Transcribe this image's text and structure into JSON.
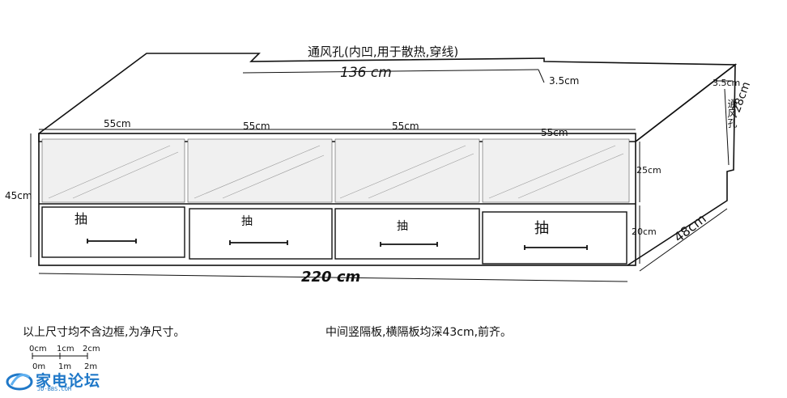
{
  "top": {
    "vent_label": "通风孔(内凹,用于散热,穿线)",
    "vent_width": "136 cm",
    "vent_depth": "3.5cm"
  },
  "side": {
    "vent_depth": "3.5cm",
    "vent_label": "通风孔",
    "vent_height": "28cm",
    "depth": "48cm"
  },
  "front": {
    "bay_widths": [
      "55cm",
      "55cm",
      "55cm",
      "55cm"
    ],
    "drawer_labels": [
      "抽",
      "抽",
      "抽",
      "抽"
    ],
    "total_height": "45cm",
    "shelf_height": "25cm",
    "drawer_height": "20cm",
    "total_width": "220 cm"
  },
  "notes": {
    "net_size": "以上尺寸均不含边框,为净尺寸。",
    "partition": "中间竖隔板,横隔板均深43cm,前齐。"
  },
  "scale_bar": {
    "labels": [
      "0cm",
      "1cm",
      "2cm"
    ],
    "labels_alt": [
      "0m",
      "1m",
      "2m"
    ]
  },
  "watermark": {
    "text": "家电论坛",
    "sub": "JD-BBS.COM"
  }
}
